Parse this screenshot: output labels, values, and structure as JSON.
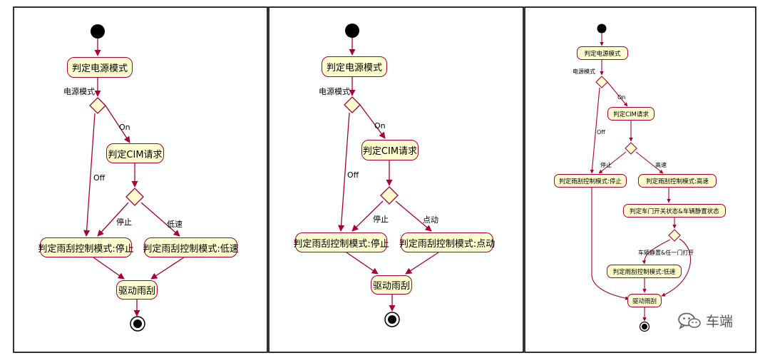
{
  "panels": [
    {
      "boxes": {
        "judge_power": "判定电源模式",
        "judge_cim": "判定CIM请求",
        "mode_stop": "判定雨刮控制模式:停止",
        "mode_low": "判定雨刮控制模式:低速",
        "drive": "驱动雨刮"
      },
      "labels": {
        "power_mode": "电源模式",
        "on": "On",
        "off": "Off",
        "stop": "停止",
        "low": "低速"
      }
    },
    {
      "boxes": {
        "judge_power": "判定电源模式",
        "judge_cim": "判定CIM请求",
        "mode_stop": "判定雨刮控制模式:停止",
        "mode_click": "判定雨刮控制模式:点动",
        "drive": "驱动雨刮"
      },
      "labels": {
        "power_mode": "电源模式",
        "on": "On",
        "off": "Off",
        "stop": "停止",
        "click": "点动"
      }
    },
    {
      "boxes": {
        "judge_power": "判定电源模式",
        "judge_cim": "判定CIM请求",
        "mode_stop": "判定雨刮控制模式:停止",
        "mode_high": "判定雨刮控制模式:高速",
        "judge_door": "判定车门开关状态&车辆静置状态",
        "mode_low": "判定雨刮控制模式:低速",
        "drive": "驱动雨刮"
      },
      "labels": {
        "power_mode": "电源模式",
        "on": "On",
        "off": "Off",
        "stop": "停止",
        "high": "高速",
        "door_cond": "车辆静置&任一门打开"
      }
    }
  ],
  "watermark": {
    "text": "车端",
    "icon": "wechat-icon"
  },
  "colors": {
    "box_fill": "#fefece",
    "box_border": "#a80036",
    "arrow": "#a80036",
    "node": "#000000"
  }
}
